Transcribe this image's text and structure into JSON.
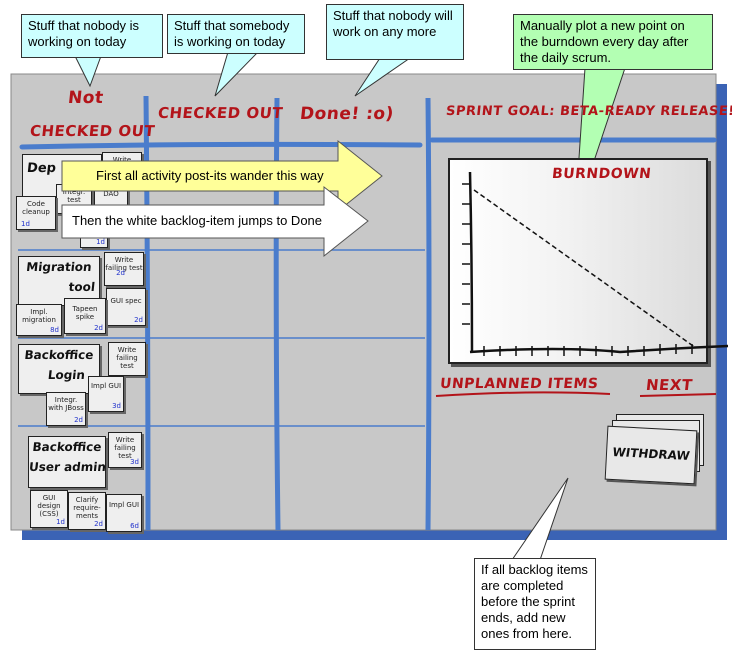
{
  "callouts": {
    "nobody_today": "Stuff that nobody is working on today",
    "somebody_today": "Stuff that somebody is working on today",
    "nobody_more": "Stuff that nobody will work on any more",
    "burndown_plot": "Manually plot a new point on the burndown every day after the daily scrum.",
    "backlog_add": "If all backlog items are completed before the sprint ends, add new ones from here."
  },
  "columns": {
    "not_checked_out_1": "Not",
    "not_checked_out_2": "checked out",
    "checked_out": "Checked out",
    "done": "Done! :o)",
    "sprint_goal": "Sprint goal: Beta-ready release!"
  },
  "arrows": {
    "first": "First all activity post-its wander this way",
    "then": "Then the white backlog-item jumps to Done"
  },
  "panel": {
    "burndown": "Burndown",
    "unplanned": "Unplanned items",
    "next": "Next",
    "withdraw": "Withdraw"
  },
  "stories": [
    {
      "title": "Dep"
    },
    {
      "title_1": "Migration",
      "title_2": "tool"
    },
    {
      "title_1": "Backoffice",
      "title_2": "Login"
    },
    {
      "title_1": "Backoffice",
      "title_2": "User admin"
    }
  ],
  "tasks": {
    "r1_write": {
      "text": "Write",
      "est": ""
    },
    "r1_integr": {
      "text": "Integr. test",
      "est": ""
    },
    "r1_code": {
      "text": "Code cleanup",
      "est": "1d"
    },
    "r1_dao": {
      "text": "DAO",
      "est": "1d"
    },
    "r2_write": {
      "text": "Write failing test",
      "est": "2d"
    },
    "r2_gui": {
      "text": "GUI spec",
      "est": "2d"
    },
    "r2_impl": {
      "text": "Impl. migration",
      "est": "8d"
    },
    "r2_tapeen": {
      "text": "Tapeen spike",
      "est": "2d"
    },
    "r3_write": {
      "text": "Write failing test",
      "est": ""
    },
    "r3_impl": {
      "text": "Impl GUI",
      "est": "3d"
    },
    "r3_integr": {
      "text": "Integr. with JBoss",
      "est": "2d"
    },
    "r4_write": {
      "text": "Write failing test",
      "est": "3d"
    },
    "r4_gui": {
      "text": "GUI design (CSS)",
      "est": "1d"
    },
    "r4_clarify": {
      "text": "Clarify require-ments",
      "est": "2d"
    },
    "r4_impl": {
      "text": "Impl GUI",
      "est": "6d"
    }
  },
  "colors": {
    "board": "#c8c8c8",
    "board_shadow": "#3b63b5",
    "divider": "#4a7ccc",
    "heading_red": "#b3141a",
    "arrow_yellow": "#ffff99",
    "callout_cyan": "#ccffff",
    "callout_green": "#b3ffb3"
  }
}
